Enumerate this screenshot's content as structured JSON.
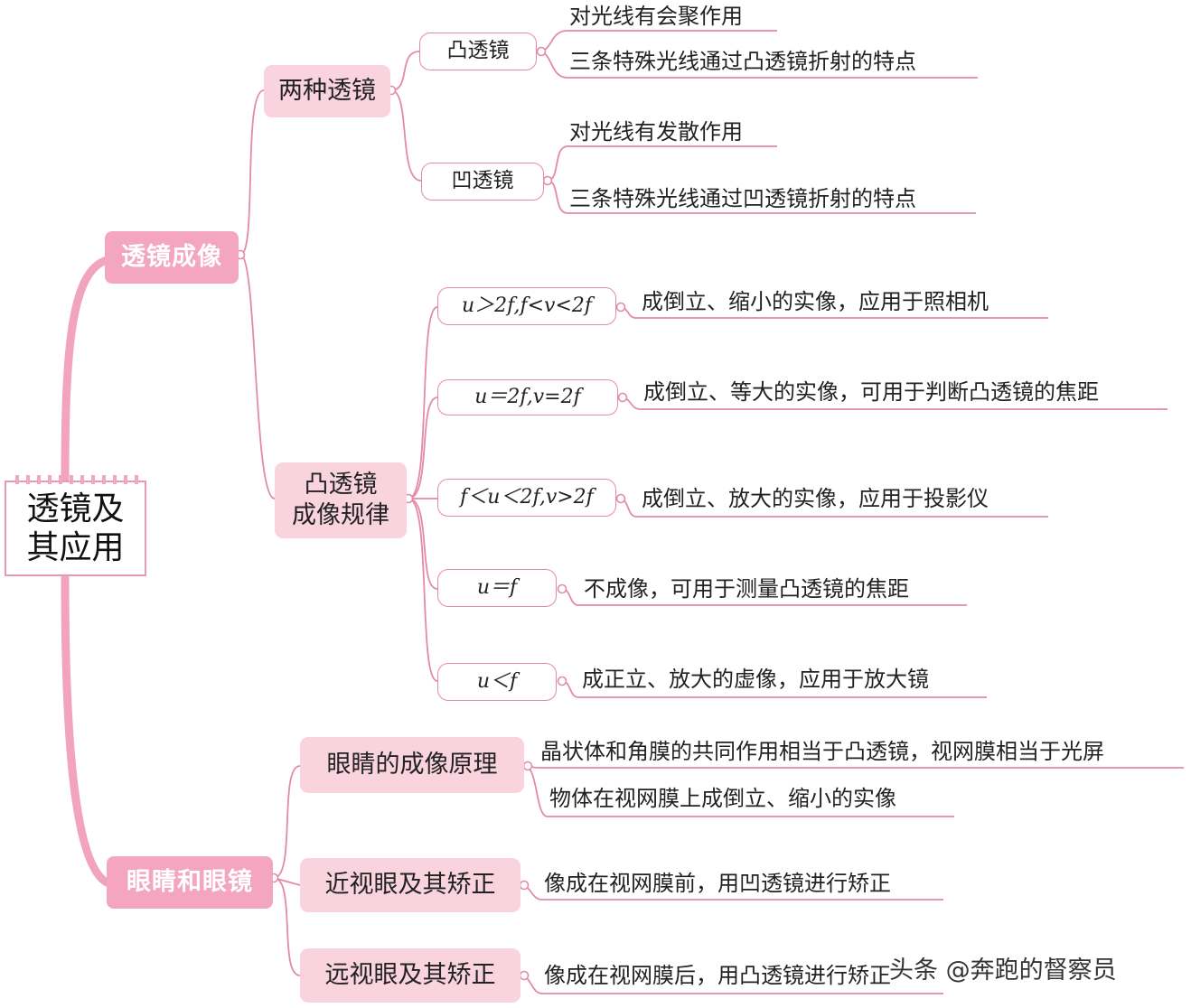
{
  "root": {
    "line1": "透镜及",
    "line2": "其应用"
  },
  "branch_lens": {
    "label": "透镜成像",
    "two_lenses": {
      "label": "两种透镜",
      "convex": {
        "label": "凸透镜",
        "leaves": [
          "对光线有会聚作用",
          "三条特殊光线通过凸透镜折射的特点"
        ]
      },
      "concave": {
        "label": "凹透镜",
        "leaves": [
          "对光线有发散作用",
          "三条特殊光线通过凹透镜折射的特点"
        ]
      }
    },
    "rules": {
      "line1": "凸透镜",
      "line2": "成像规律",
      "cases": [
        {
          "condition": "u＞2f,f<v<2f",
          "result": "成倒立、缩小的实像，应用于照相机"
        },
        {
          "condition": "u＝2f,v=2f",
          "result": "成倒立、等大的实像，可用于判断凸透镜的焦距"
        },
        {
          "condition": "f＜u＜2f,v>2f",
          "result": "成倒立、放大的实像，应用于投影仪"
        },
        {
          "condition": "u＝f",
          "result": "不成像，可用于测量凸透镜的焦距"
        },
        {
          "condition": "u＜f",
          "result": "成正立、放大的虚像，应用于放大镜"
        }
      ]
    }
  },
  "branch_eye": {
    "label": "眼睛和眼镜",
    "principle": {
      "label": "眼睛的成像原理",
      "leaves": [
        "晶状体和角膜的共同作用相当于凸透镜，视网膜相当于光屏",
        "物体在视网膜上成倒立、缩小的实像"
      ]
    },
    "myopia": {
      "label": "近视眼及其矫正",
      "leaf": "像成在视网膜前，用凹透镜进行矫正"
    },
    "hyperopia": {
      "label": "远视眼及其矫正",
      "leaf": "像成在视网膜后，用凸透镜进行矫正"
    }
  },
  "watermark": "头条 @奔跑的督察员",
  "colors": {
    "line": "#e38aa8",
    "trunk": "#f2a3bd",
    "level1_fill": "#f4a5bf",
    "level2_fill": "#f9d4df"
  }
}
